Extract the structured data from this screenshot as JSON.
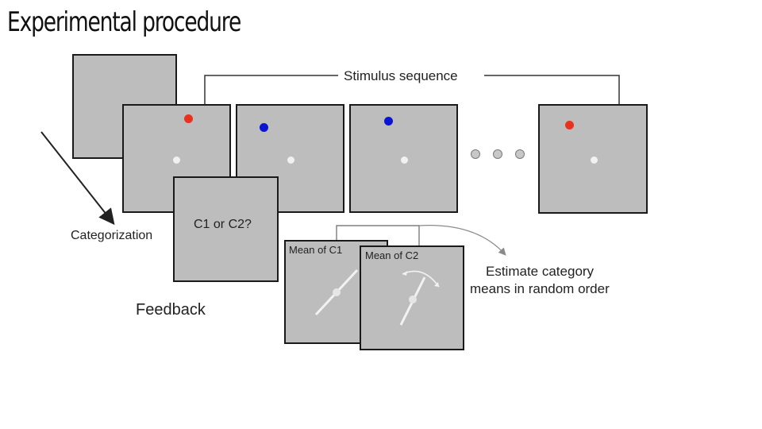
{
  "slide": {
    "title": "Experimental procedure"
  },
  "labels": {
    "stimulus_sequence": "Stimulus sequence",
    "categorization": "Categorization",
    "question": "C1 or C2?",
    "feedback": "Feedback",
    "mean_c1": "Mean of C1",
    "mean_c2": "Mean of C2",
    "estimate_line1": "Estimate category",
    "estimate_line2": "means in random order"
  },
  "colors": {
    "red": "#e8321e",
    "blue": "#0a14d2",
    "panel_gray": "#bdbdbd"
  }
}
